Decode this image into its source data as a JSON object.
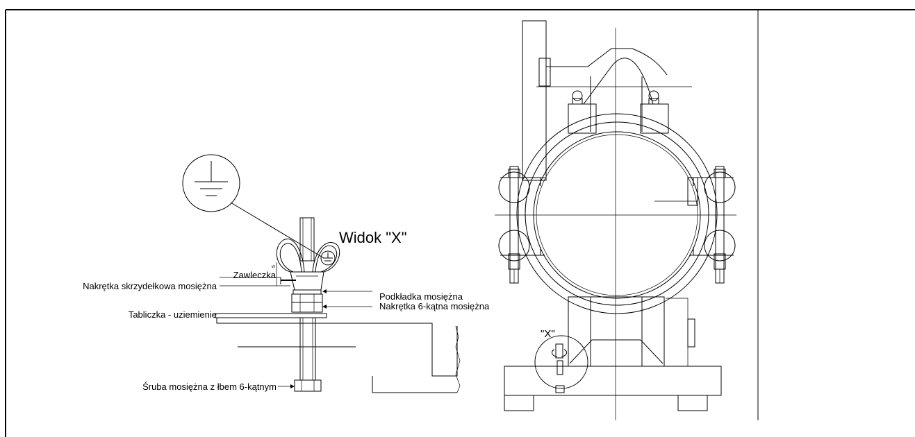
{
  "drawing": {
    "view_title": "Widok  \"X\"",
    "detail_marker": "\"X\"",
    "dimension_small": "5"
  },
  "labels": {
    "cotter_pin": "Zawleczka",
    "wing_nut": "Nakrętka skrzydełkowa mosiężna",
    "grounding_plate": "Tabliczka - uziemienie",
    "brass_bolt": "Śruba mosiężna z łbem 6-kątnym",
    "brass_washer": "Podkładka mosiężna",
    "hex_nut": "Nakrętka 6-kątna mosiężna"
  }
}
